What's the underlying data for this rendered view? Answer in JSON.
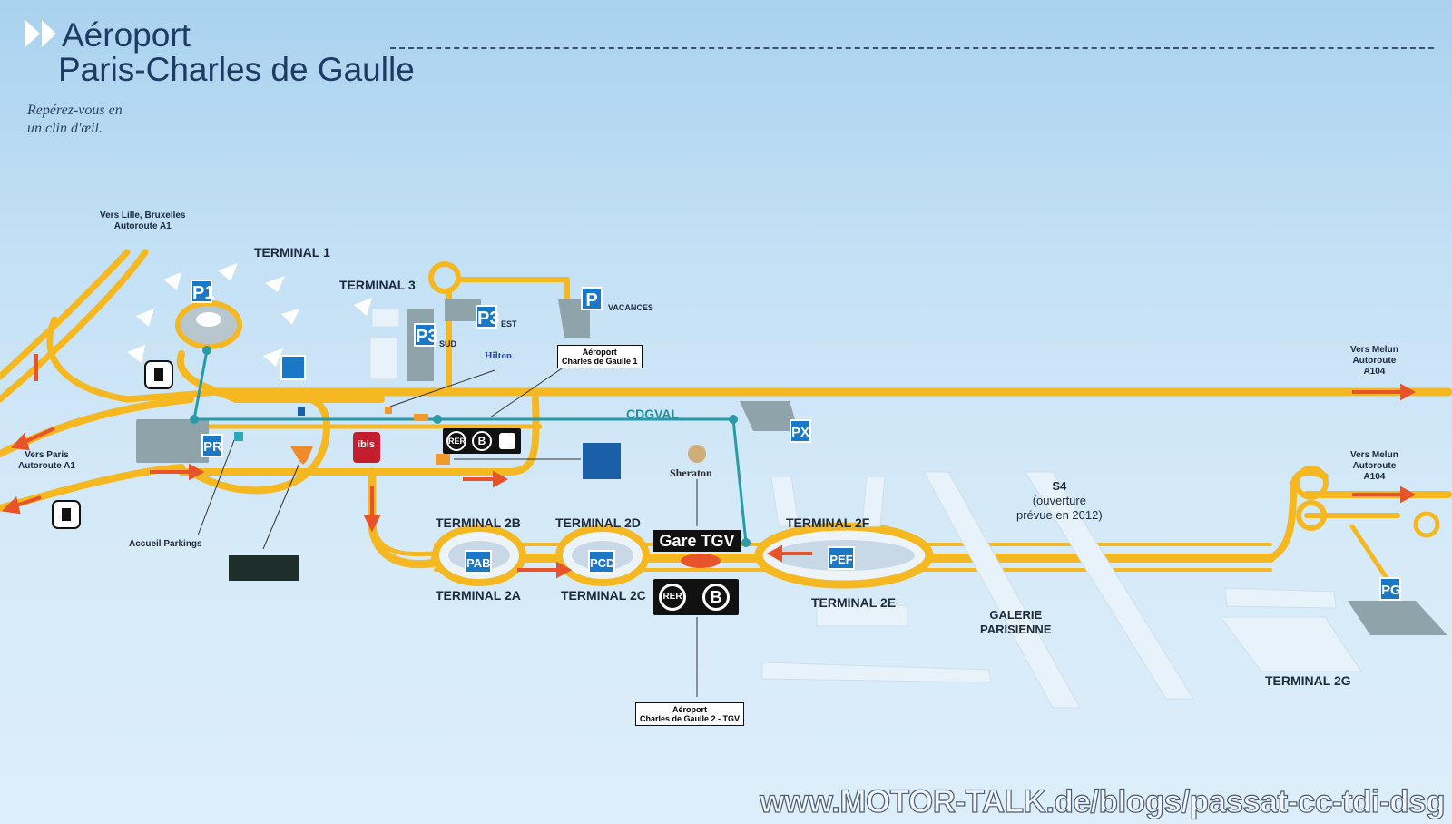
{
  "header": {
    "title_line1": "Aéroport",
    "title_line2": "Paris-Charles de Gaulle",
    "tagline_line1": "Repérez-vous en",
    "tagline_line2": "un clin d'œil."
  },
  "terminals": {
    "t1": "TERMINAL 1",
    "t3": "TERMINAL 3",
    "t2a": "TERMINAL 2A",
    "t2b": "TERMINAL 2B",
    "t2c": "TERMINAL 2C",
    "t2d": "TERMINAL 2D",
    "t2e": "TERMINAL 2E",
    "t2f": "TERMINAL 2F",
    "t2g": "TERMINAL 2G"
  },
  "directions": {
    "lille_l1": "Vers Lille, Bruxelles",
    "lille_l2": "Autoroute A1",
    "paris_l1": "Vers Paris",
    "paris_l2": "Autoroute A1",
    "melun_top_l1": "Vers Melun",
    "melun_top_l2": "Autoroute",
    "melun_top_l3": "A104",
    "melun_mid_l1": "Vers Melun",
    "melun_mid_l2": "Autoroute",
    "melun_mid_l3": "A104"
  },
  "parkings": {
    "p1": "P1",
    "p3_sud": "P3",
    "p3_sud_suffix": "SUD",
    "p3_est": "P3",
    "p3_est_suffix": "EST",
    "pvacances": "P",
    "pvacances_suffix": "VACANCES",
    "pr": "PR",
    "px": "PX",
    "pab": "PAB",
    "pcd": "PCD",
    "pef": "PEF",
    "pg": "PG"
  },
  "stations": {
    "cdg1_l1": "Aéroport",
    "cdg1_l2": "Charles de Gaulle 1",
    "cdg2_l1": "Aéroport",
    "cdg2_l2": "Charles de Gaulle 2 - TGV",
    "gare_tgv": "Gare TGV",
    "cdgval": "CDGVAL",
    "rer": "RER",
    "rer_line": "B"
  },
  "places": {
    "s4_l1": "S4",
    "s4_l2": "(ouverture",
    "s4_l3": "prévue en 2012)",
    "galerie_l1": "GALERIE",
    "galerie_l2": "PARISIENNE",
    "accueil": "Accueil Parkings",
    "sheraton": "Sheraton",
    "hilton": "Hilton",
    "ibis": "ibis"
  },
  "watermark": "www.MOTOR-TALK.de/blogs/passat-cc-tdi-dsg",
  "colors": {
    "road": "#f5b820",
    "arrow": "#e8532a",
    "cdgval": "#2a9aa8",
    "parking": "#1a78c4",
    "terminal": "#e6f2fa"
  }
}
